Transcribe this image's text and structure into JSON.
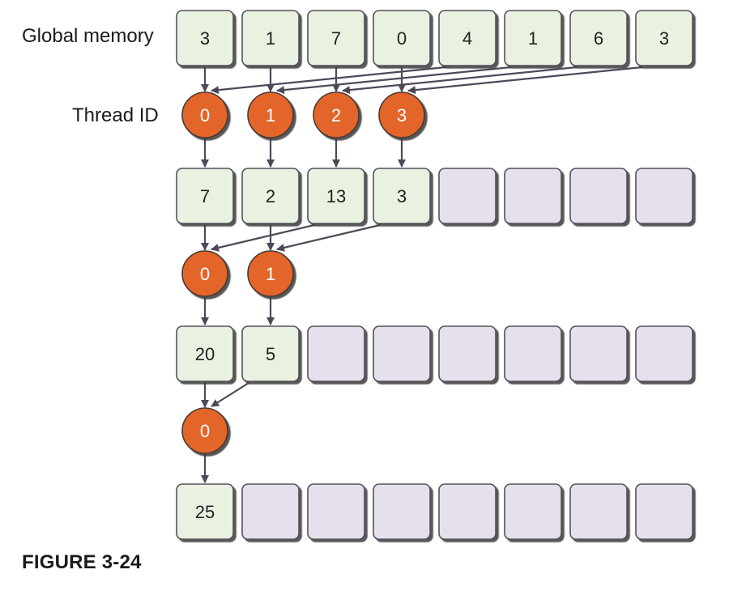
{
  "labels": {
    "global_memory": "Global memory",
    "thread_id": "Thread ID"
  },
  "caption": "FIGURE 3-24",
  "colors": {
    "active_cell_fill": "#e9f2e1",
    "inactive_cell_fill": "#e6e0ec",
    "thread_fill": "#e3652a",
    "arrow": "#4f4858"
  },
  "stages": [
    {
      "cells": [
        "3",
        "1",
        "7",
        "0",
        "4",
        "1",
        "6",
        "3"
      ]
    },
    {
      "cells": [
        "7",
        "2",
        "13",
        "3",
        "",
        "",
        "",
        ""
      ]
    },
    {
      "cells": [
        "20",
        "5",
        "",
        "",
        "",
        "",
        "",
        ""
      ]
    },
    {
      "cells": [
        "25",
        "",
        "",
        "",
        "",
        "",
        "",
        ""
      ]
    }
  ],
  "threads": [
    [
      "0",
      "1",
      "2",
      "3"
    ],
    [
      "0",
      "1"
    ],
    [
      "0"
    ]
  ]
}
